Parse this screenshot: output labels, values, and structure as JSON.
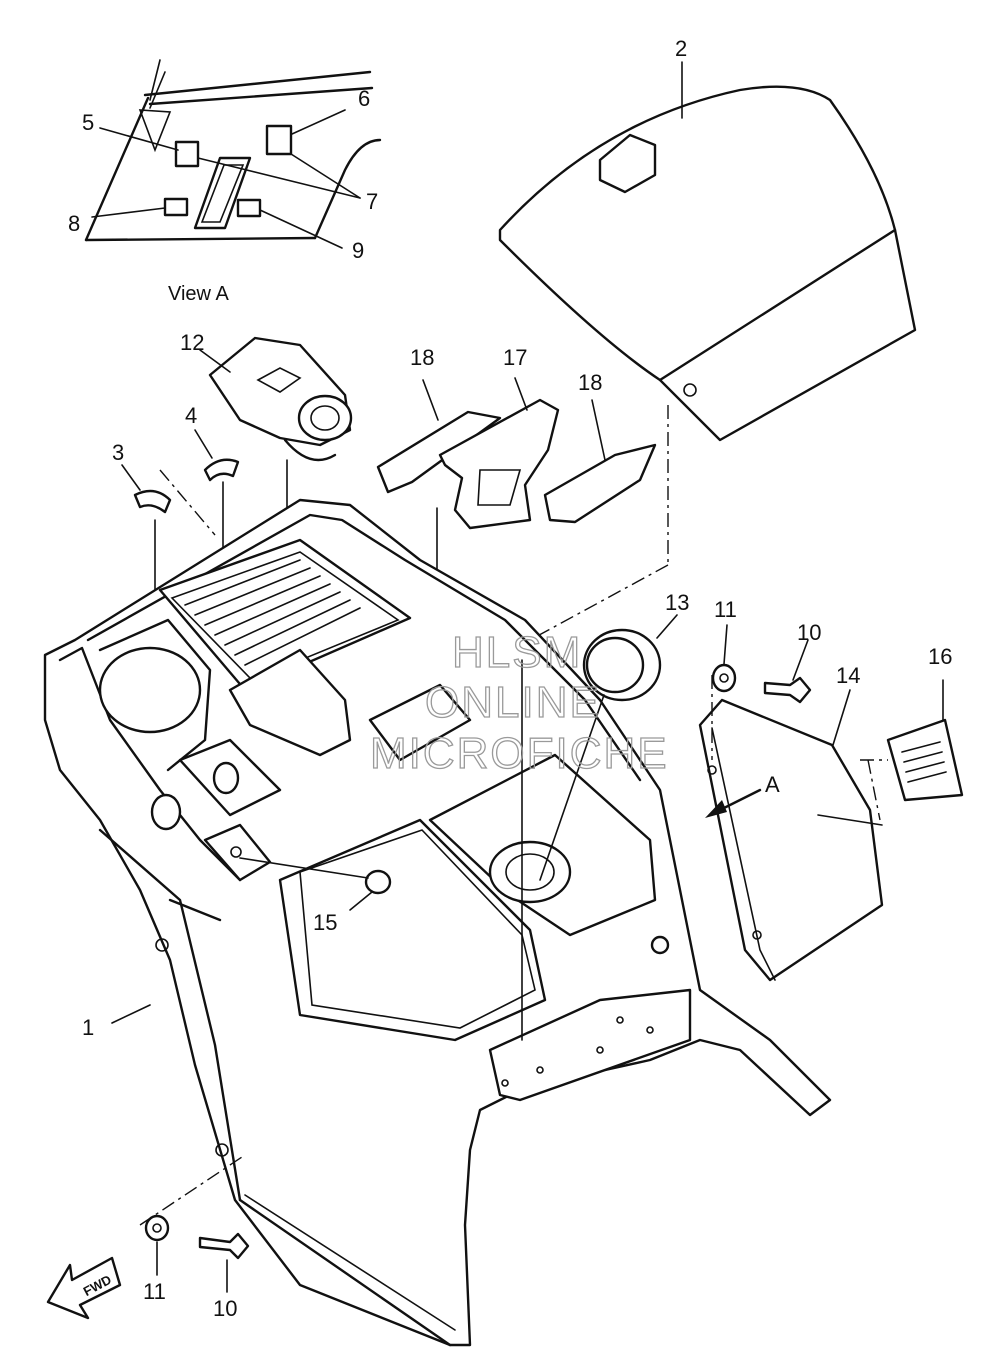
{
  "view_label": "View A",
  "view_arrow_label": "A",
  "direction_label": "FWD",
  "watermark": [
    "HLSM",
    "ONLINE",
    "MICROFICHE"
  ],
  "callouts": {
    "c1": "1",
    "c2": "2",
    "c3": "3",
    "c4": "4",
    "c5": "5",
    "c6": "6",
    "c7": "7",
    "c8": "8",
    "c9": "9",
    "c10a": "10",
    "c10b": "10",
    "c11a": "11",
    "c11b": "11",
    "c12": "12",
    "c13": "13",
    "c14": "14",
    "c15": "15",
    "c16": "16",
    "c17": "17",
    "c18a": "18",
    "c18b": "18"
  }
}
